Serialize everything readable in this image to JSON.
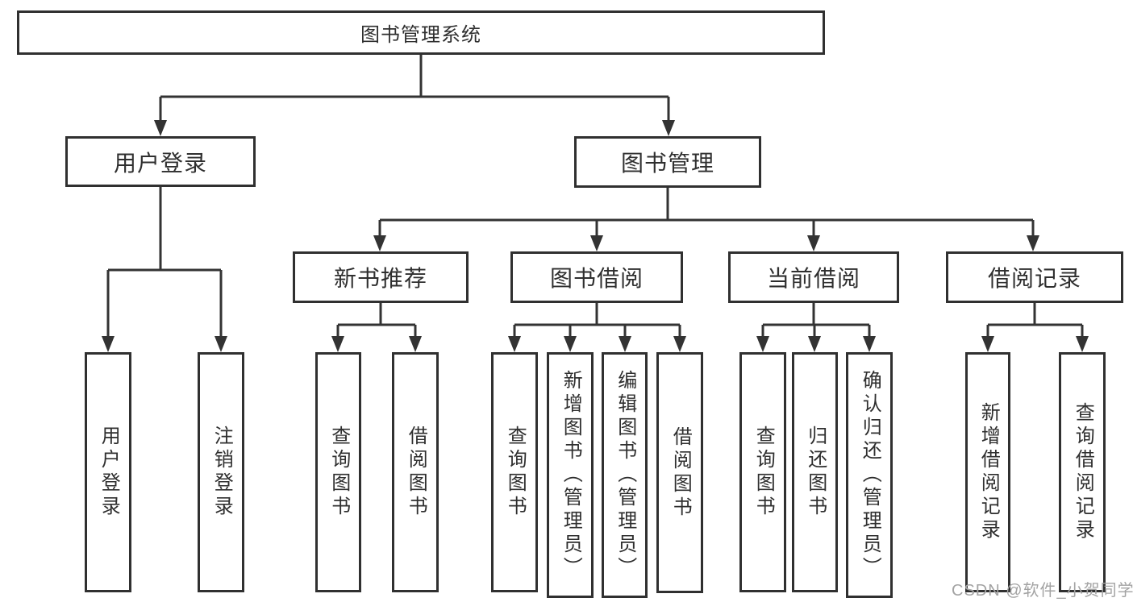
{
  "watermark": "CSDN @软件_小贺同学",
  "colors": {
    "line": "#333333",
    "border": "#303030",
    "text": "#2f2f2f",
    "watermark": "#a3a3a3",
    "background": "#ffffff"
  },
  "tree": {
    "root": {
      "label": "图书管理系统"
    },
    "branches": [
      {
        "label": "用户登录",
        "children": [
          {
            "label": "用户登录"
          },
          {
            "label": "注销登录"
          }
        ]
      },
      {
        "label": "图书管理",
        "children": [
          {
            "label": "新书推荐",
            "children": [
              {
                "label": "查询图书"
              },
              {
                "label": "借阅图书"
              }
            ]
          },
          {
            "label": "图书借阅",
            "children": [
              {
                "label": "查询图书"
              },
              {
                "label": "新增图书（管理员）"
              },
              {
                "label": "编辑图书（管理员）"
              },
              {
                "label": "借阅图书"
              }
            ]
          },
          {
            "label": "当前借阅",
            "children": [
              {
                "label": "查询图书"
              },
              {
                "label": "归还图书"
              },
              {
                "label": "确认归还（管理员）"
              }
            ]
          },
          {
            "label": "借阅记录",
            "children": [
              {
                "label": "新增借阅记录"
              },
              {
                "label": "查询借阅记录"
              }
            ]
          }
        ]
      }
    ]
  }
}
